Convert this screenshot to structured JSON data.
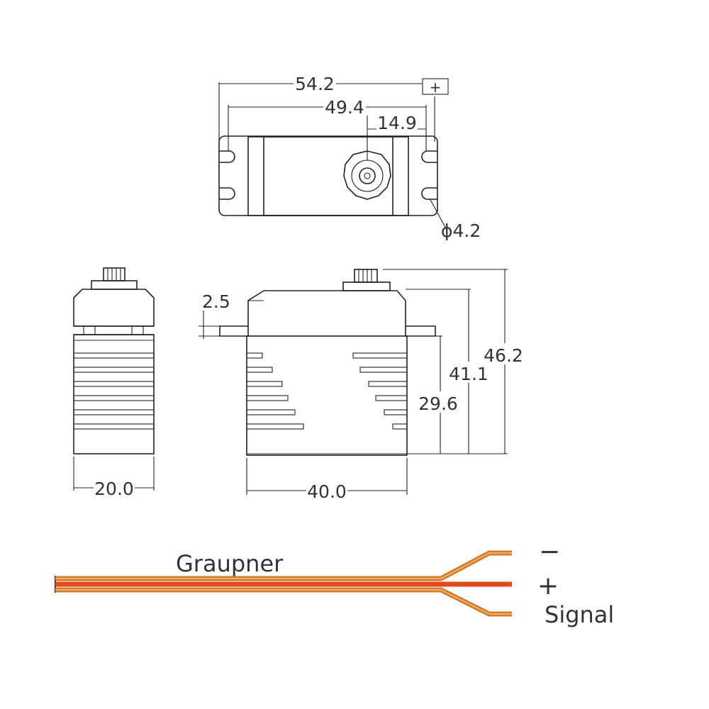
{
  "dimensions": {
    "top_overall_width": "54.2",
    "top_hole_spacing": "49.4",
    "top_shaft_offset": "14.9",
    "hole_diameter": "ϕ4.2",
    "tab_thickness": "2.5",
    "total_height": "46.2",
    "case_height": "41.1",
    "tab_height": "29.6",
    "side_width": "20.0",
    "front_width": "40.0"
  },
  "top_view_badge": "+",
  "wire": {
    "brand": "Graupner",
    "minus_label": "−",
    "plus_label": "+",
    "signal_label": "Signal",
    "colors": {
      "outer": "#d47a2a",
      "inner": "#e24a1c",
      "stripe": "#f0b070"
    }
  }
}
